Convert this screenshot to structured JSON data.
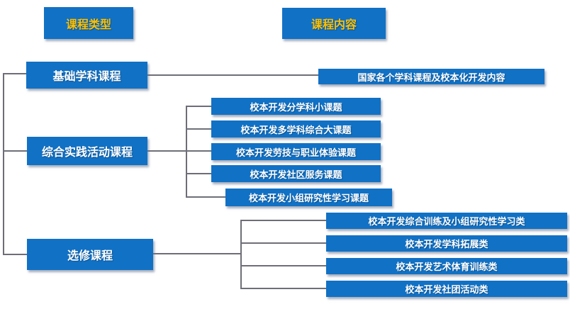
{
  "diagram": {
    "title_row": {
      "course_type_label": "课程类型",
      "course_content_label": "课程内容"
    },
    "colors": {
      "box_blue": "#1171C5",
      "header_text_yellow": "#FFC000",
      "box_text_white": "#FFFFFF",
      "connector_gray": "#6E6E78"
    },
    "tree": {
      "branches": [
        {
          "type": "基础学科课程",
          "items": [
            "国家各个学科课程及校本化开发内容"
          ]
        },
        {
          "type": "综合实践活动课程",
          "items": [
            "校本开发分学科小课题",
            "校本开发多学科综合大课题",
            "校本开发劳技与职业体验课题",
            "校本开发社区服务课题",
            "校本开发小组研究性学习课题"
          ]
        },
        {
          "type": "选修课程",
          "items": [
            "校本开发综合训练及小组研究性学习类",
            "校本开发学科拓展类",
            "校本开发艺术体育训练类",
            "校本开发社团活动类"
          ]
        }
      ]
    }
  }
}
